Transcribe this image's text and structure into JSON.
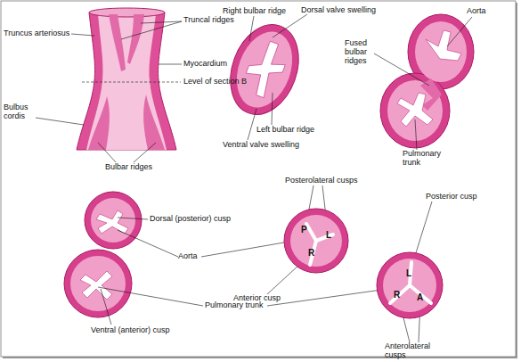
{
  "diagram": {
    "nodes": [
      {
        "text": [
          "P",
          "L",
          "R"
        ]
      },
      {
        "text": [
          "L",
          "R",
          "A"
        ]
      }
    ],
    "labels": [
      "Truncus arteriosus",
      "Truncal ridges",
      "Myocardium",
      "Level of section B",
      "Bulbus cordis",
      "Bulbar ridges",
      "Right bulbar ridge",
      "Dorsal valve swelling",
      "Left bulbar ridge",
      "Ventral valve swelling",
      "Aorta",
      "Fused bulbar ridges",
      "Pulmonary trunk",
      "Posterolateral cusps",
      "Dorsal (posterior) cusp",
      "Aorta",
      "Anterior cusp",
      "Posterior cusp",
      "Pulmonary trunk",
      "Ventral (anterior) cusp",
      "Anterolateral cusps"
    ]
  }
}
